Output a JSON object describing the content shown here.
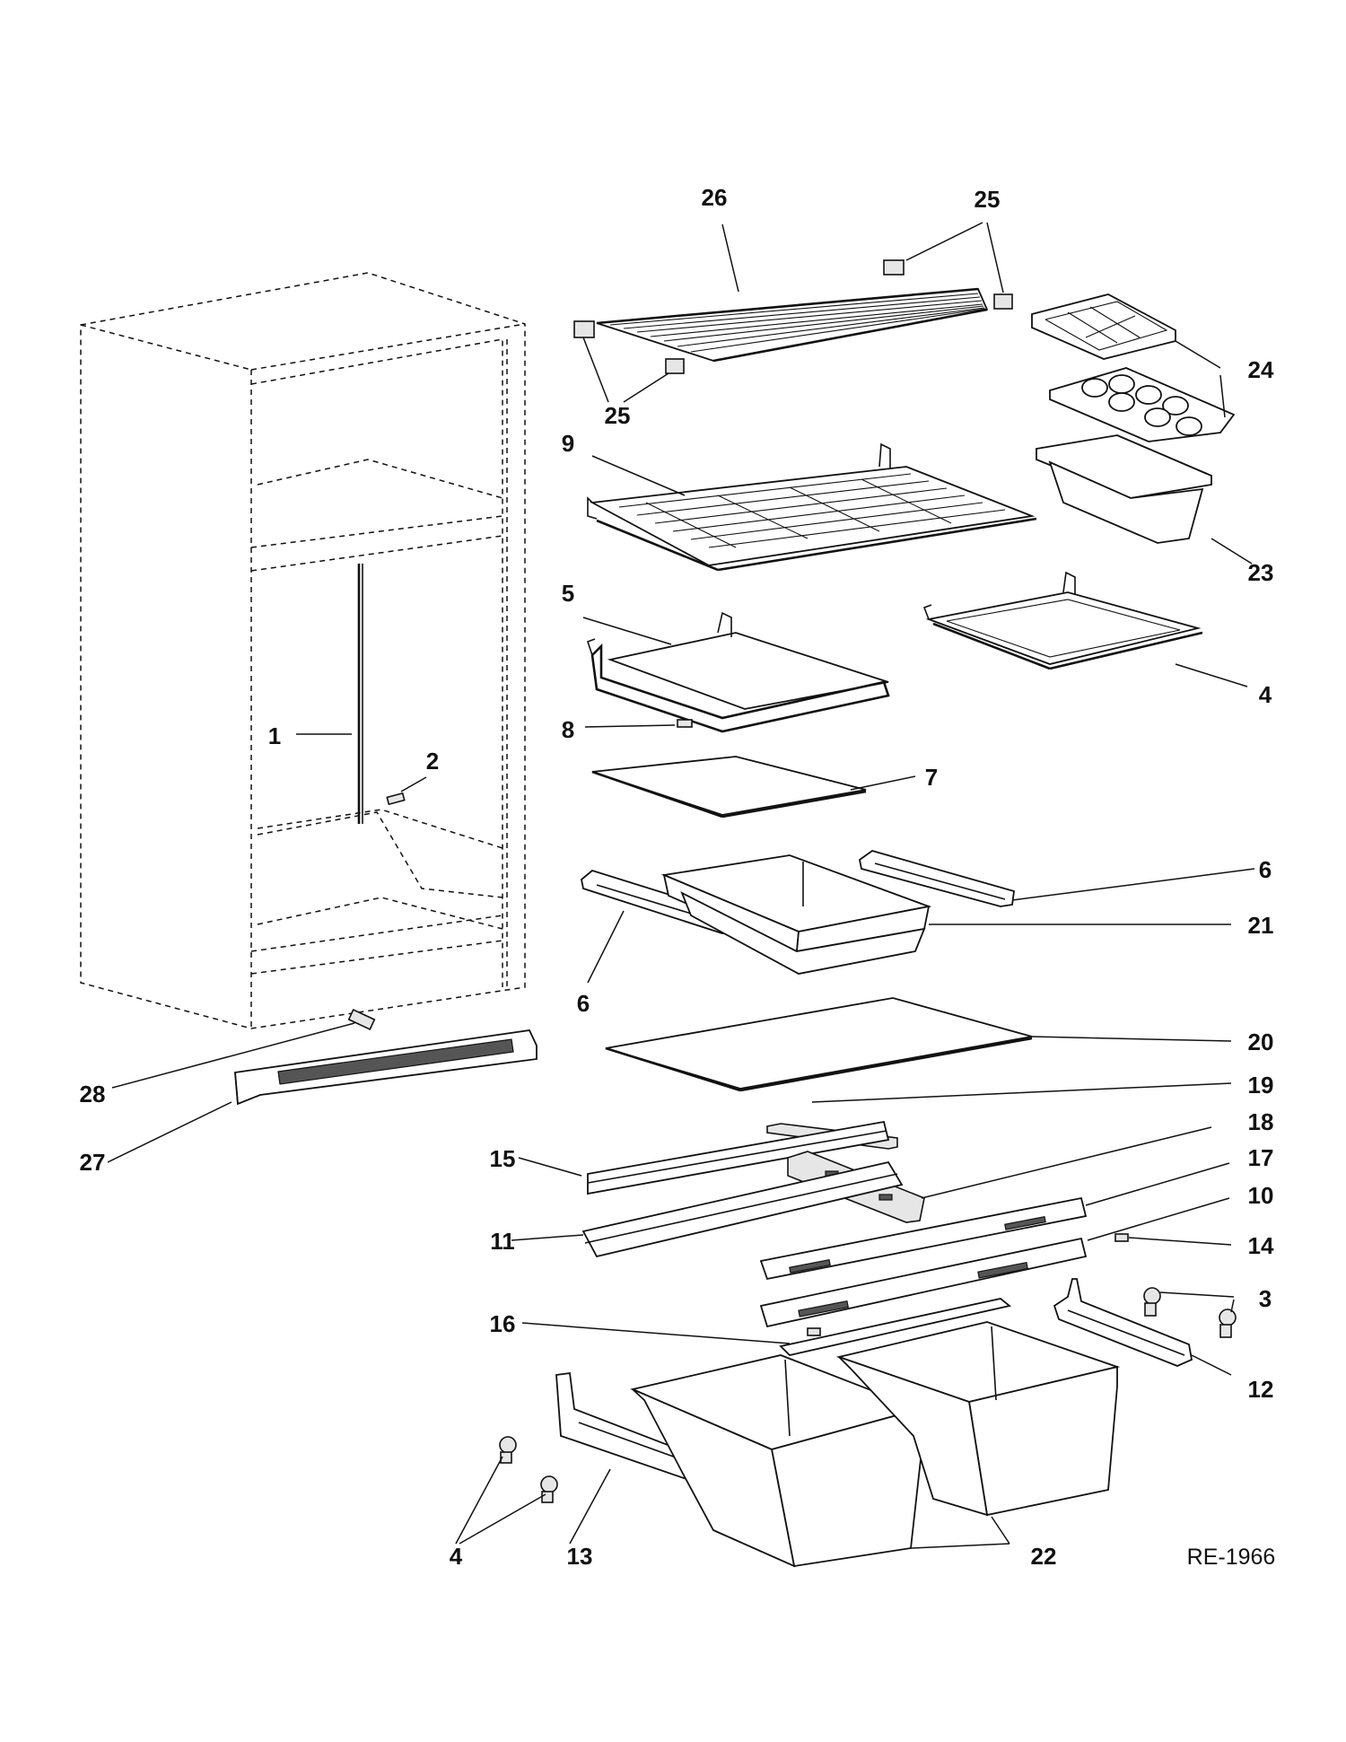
{
  "diagram_code": "RE-1966",
  "callouts": [
    {
      "id": "c1",
      "label": "1"
    },
    {
      "id": "c2",
      "label": "2"
    },
    {
      "id": "c3",
      "label": "3"
    },
    {
      "id": "c4a",
      "label": "4"
    },
    {
      "id": "c4b",
      "label": "4"
    },
    {
      "id": "c5",
      "label": "5"
    },
    {
      "id": "c6a",
      "label": "6"
    },
    {
      "id": "c6b",
      "label": "6"
    },
    {
      "id": "c7",
      "label": "7"
    },
    {
      "id": "c8",
      "label": "8"
    },
    {
      "id": "c9",
      "label": "9"
    },
    {
      "id": "c10",
      "label": "10"
    },
    {
      "id": "c11",
      "label": "11"
    },
    {
      "id": "c12",
      "label": "12"
    },
    {
      "id": "c13",
      "label": "13"
    },
    {
      "id": "c14",
      "label": "14"
    },
    {
      "id": "c15",
      "label": "15"
    },
    {
      "id": "c16",
      "label": "16"
    },
    {
      "id": "c17",
      "label": "17"
    },
    {
      "id": "c18",
      "label": "18"
    },
    {
      "id": "c19",
      "label": "19"
    },
    {
      "id": "c20",
      "label": "20"
    },
    {
      "id": "c21",
      "label": "21"
    },
    {
      "id": "c22",
      "label": "22"
    },
    {
      "id": "c23",
      "label": "23"
    },
    {
      "id": "c24",
      "label": "24"
    },
    {
      "id": "c25a",
      "label": "25"
    },
    {
      "id": "c25b",
      "label": "25"
    },
    {
      "id": "c26",
      "label": "26"
    },
    {
      "id": "c27",
      "label": "27"
    },
    {
      "id": "c28",
      "label": "28"
    }
  ]
}
